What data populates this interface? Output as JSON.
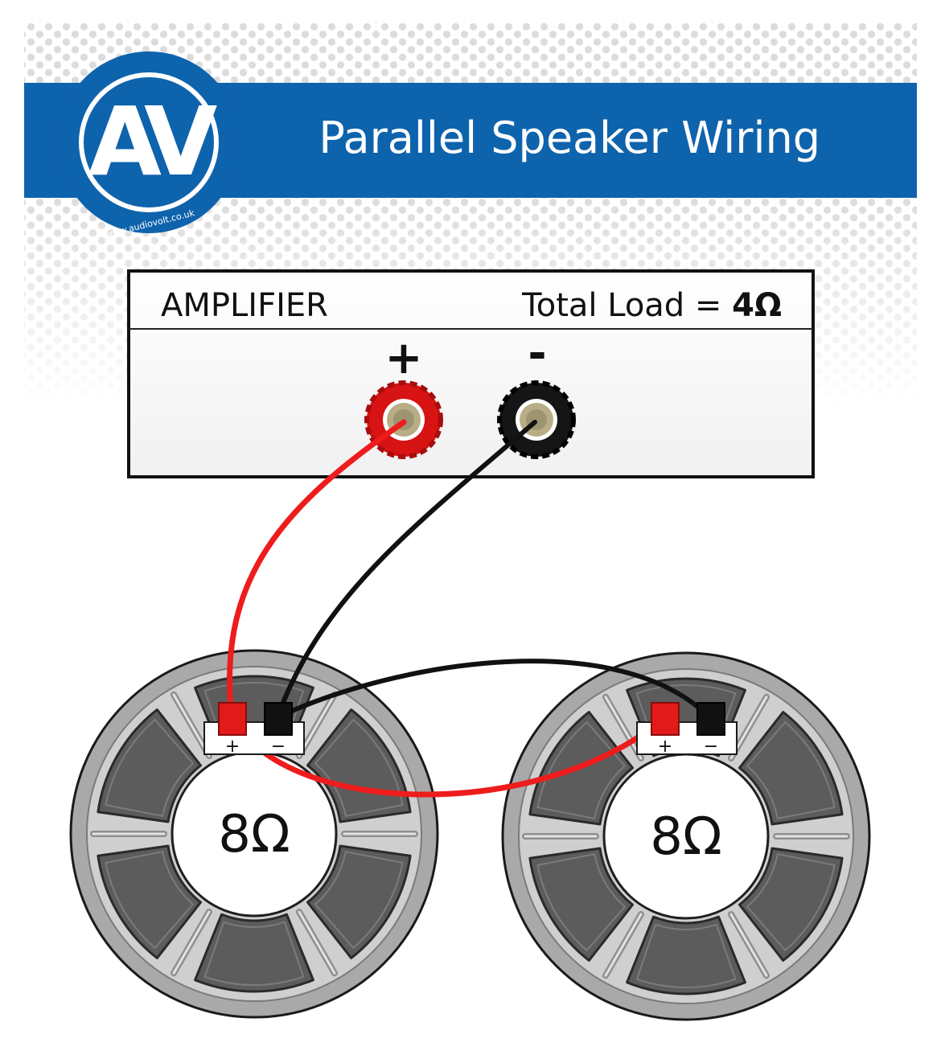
{
  "header": {
    "title": "Parallel Speaker Wiring",
    "logo_text": "AV",
    "logo_url": "www.audiovolt.co.uk"
  },
  "amplifier": {
    "label": "AMPLIFIER",
    "load_prefix": "Total Load = ",
    "load_value": "4Ω",
    "positive_symbol": "+",
    "negative_symbol": "-"
  },
  "speakers": [
    {
      "impedance": "8Ω",
      "plus_label": "+",
      "minus_label": "−"
    },
    {
      "impedance": "8Ω",
      "plus_label": "+",
      "minus_label": "−"
    }
  ],
  "colors": {
    "banner_blue": "#0e63ad",
    "wire_red": "#ee1c1c",
    "wire_black": "#111111",
    "speaker_frame": "#a9a9a9",
    "speaker_cone": "#5c5c5c"
  }
}
